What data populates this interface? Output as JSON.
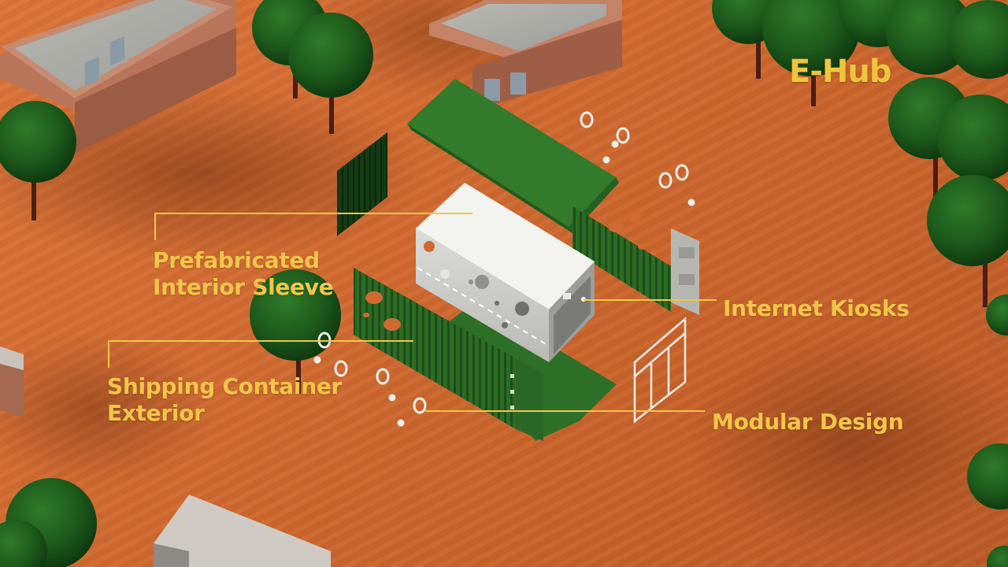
{
  "title": "E-Hub",
  "callouts": {
    "interior_sleeve": {
      "line1": "Prefabricated",
      "line2": "Interior Sleeve"
    },
    "container_exterior": {
      "line1": "Shipping Container",
      "line2": "Exterior"
    },
    "internet_kiosks": {
      "label": "Internet Kiosks"
    },
    "modular_design": {
      "label": "Modular Design"
    }
  },
  "colors": {
    "label_yellow": "#f3c64a",
    "ground_orange": "#cf6a31",
    "container_green": "#2f6b27",
    "tree_green": "#1f5a1c",
    "sleeve_white": "#eeeeea"
  }
}
